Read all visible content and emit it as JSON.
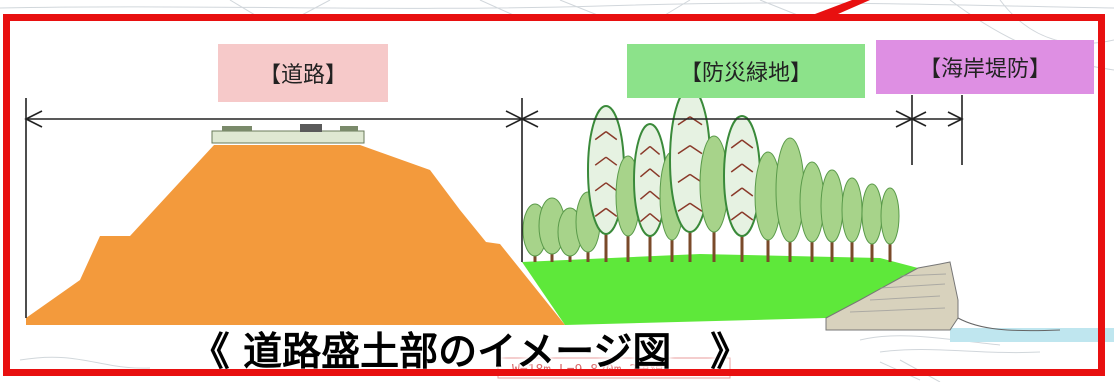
{
  "labels": {
    "road": "【道路】",
    "green_buffer": "【防災緑地】",
    "seawall": "【海岸堤防】"
  },
  "caption": "《 道路盛土部のイメージ図　》",
  "background_text": "W=18m L=9,820m 2車線",
  "colors": {
    "frame": "#e81010",
    "embankment": "#f39a3c",
    "grass": "#5ee83a",
    "road_label_bg": "#f6c9c9",
    "green_label_bg": "#8ce28a",
    "seawall_label_bg": "#de8fe3"
  }
}
